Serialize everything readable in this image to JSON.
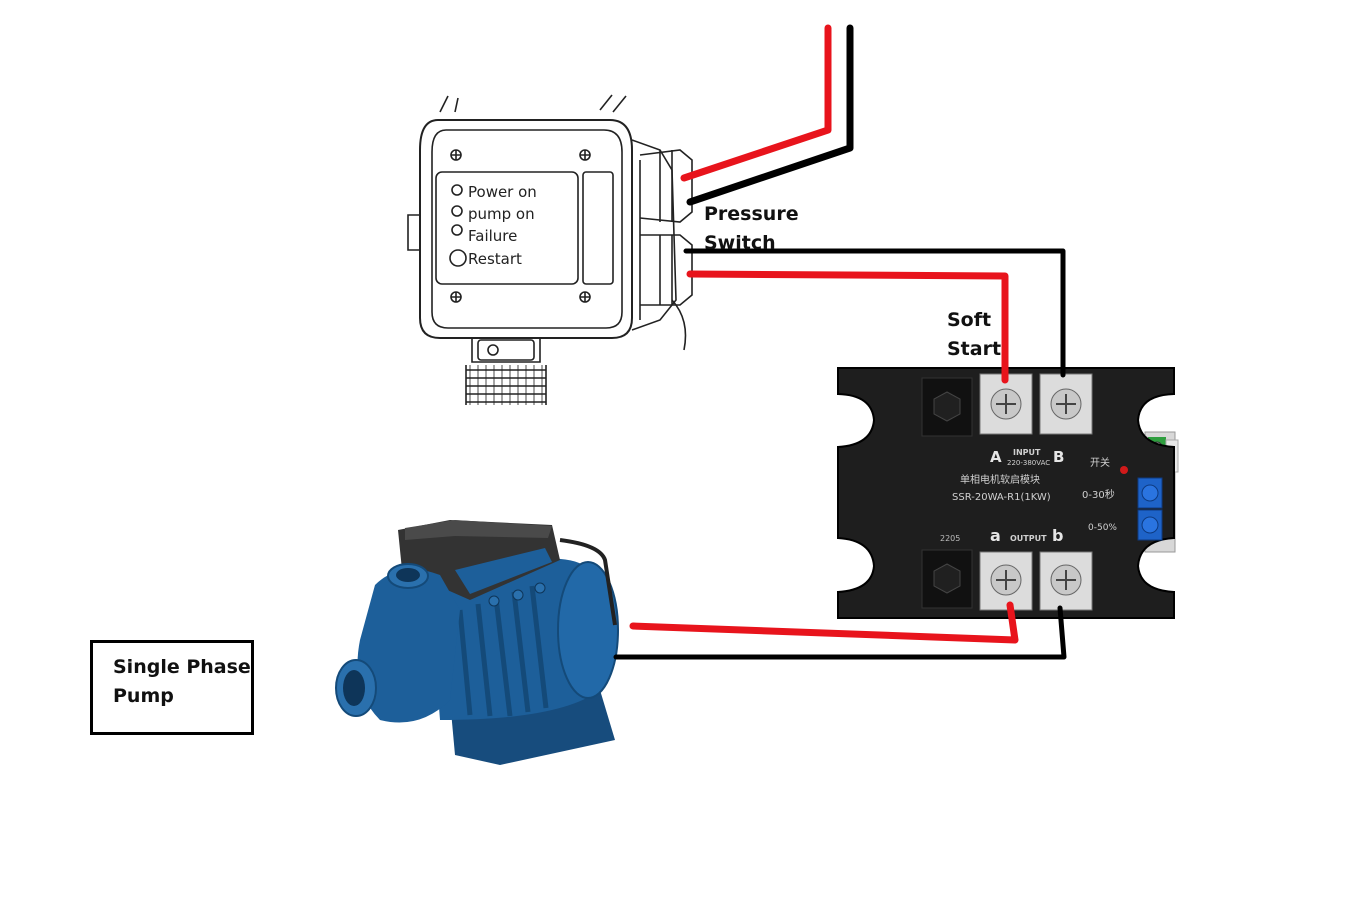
{
  "pressure_switch": {
    "label_line1": "Pressure",
    "label_line2": "Switch",
    "indicators": [
      "Power on",
      "pump on",
      "Failure",
      "Restart"
    ]
  },
  "soft_start": {
    "label_line1": "Soft",
    "label_line2": "Start",
    "terminal_a": "A",
    "terminal_b": "B",
    "input_text": "INPUT",
    "voltage_text": "220-380VAC",
    "chinese_title": "单相电机软启模块",
    "model": "SSR-20WA-R1(1KW)",
    "switch_text": "开关",
    "range_time": "0-30秒",
    "range_percent": "0-50%",
    "code": "2205",
    "output_a": "a",
    "output_b": "b",
    "output_text": "OUTPUT"
  },
  "pump": {
    "label_line1": "Single Phase",
    "label_line2": "Pump"
  },
  "colors": {
    "live_wire": "#e8141c",
    "neutral_wire": "#000000",
    "pump_blue": "#1d5f9a",
    "module_body": "#1e1e1e",
    "terminal_block": "#2f9e3f",
    "trimmer_blue": "#1e63c8"
  }
}
